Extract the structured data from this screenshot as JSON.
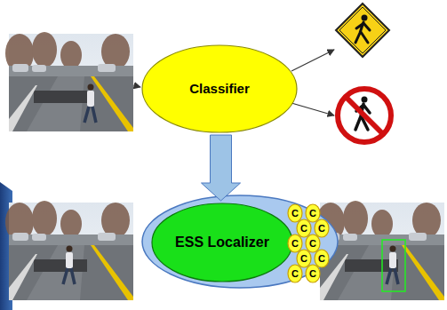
{
  "diagram": {
    "nodes": [
      {
        "text": [
          "Classifier"
        ]
      },
      {
        "text": [
          "ESS Localizer"
        ]
      },
      {
        "text": [
          "C"
        ]
      },
      {
        "text": [
          "C"
        ]
      },
      {
        "text": [
          "C"
        ]
      },
      {
        "text": [
          "C"
        ]
      },
      {
        "text": [
          "C"
        ]
      },
      {
        "text": [
          "C"
        ]
      },
      {
        "text": [
          "C"
        ]
      },
      {
        "text": [
          "C"
        ]
      },
      {
        "text": [
          "C"
        ]
      },
      {
        "text": [
          "C"
        ]
      }
    ],
    "edges": [
      {
        "from": 0,
        "to": 1,
        "arrow": "to"
      }
    ]
  }
}
